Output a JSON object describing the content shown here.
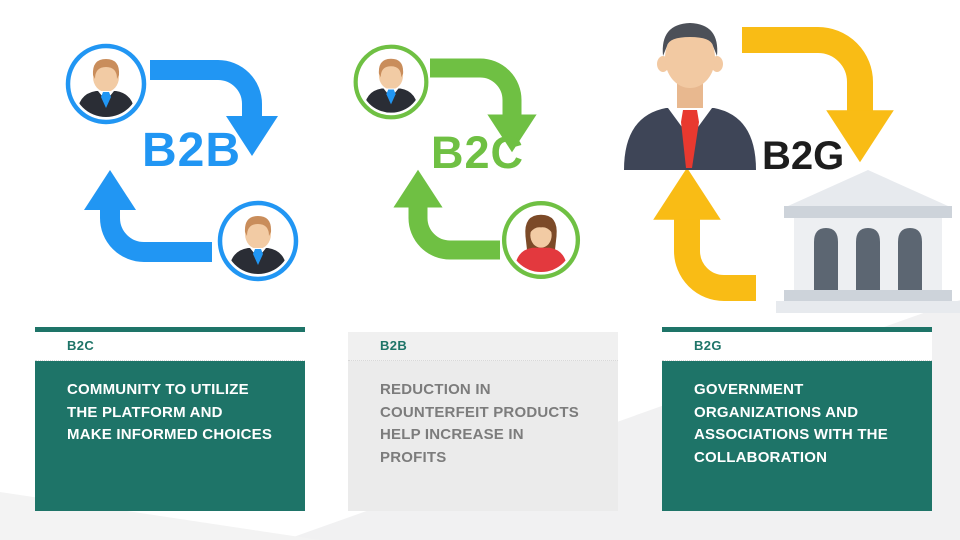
{
  "colors": {
    "blue": "#2196F3",
    "green": "#6FC043",
    "yellow": "#F9BC15",
    "teal": "#1E7468",
    "gray_card": "#EBEBEB",
    "gray_text": "#7C7C7C",
    "black_label": "#1d1d1d"
  },
  "diagrams": {
    "b2b": {
      "label": "B2B"
    },
    "b2c": {
      "label": "B2C"
    },
    "b2g": {
      "label": "B2G"
    }
  },
  "icons": {
    "b2b_top": "businessman-avatar",
    "b2b_bottom": "businessman-avatar",
    "b2c_top": "businessman-avatar",
    "b2c_bottom": "businesswoman-avatar",
    "b2g_person": "government-official-icon",
    "b2g_building": "bank-building-icon"
  },
  "cards": [
    {
      "tag": "B2C",
      "text": "COMMUNITY TO UTILIZE\nTHE PLATFORM AND\nMAKE INFORMED CHOICES"
    },
    {
      "tag": "B2B",
      "text": "REDUCTION IN\nCOUNTERFEIT PRODUCTS\nHELP INCREASE IN\nPROFITS"
    },
    {
      "tag": "B2G",
      "text": "GOVERNMENT\nORGANIZATIONS AND\nASSOCIATIONS  WITH THE\nCOLLABORATION"
    }
  ]
}
